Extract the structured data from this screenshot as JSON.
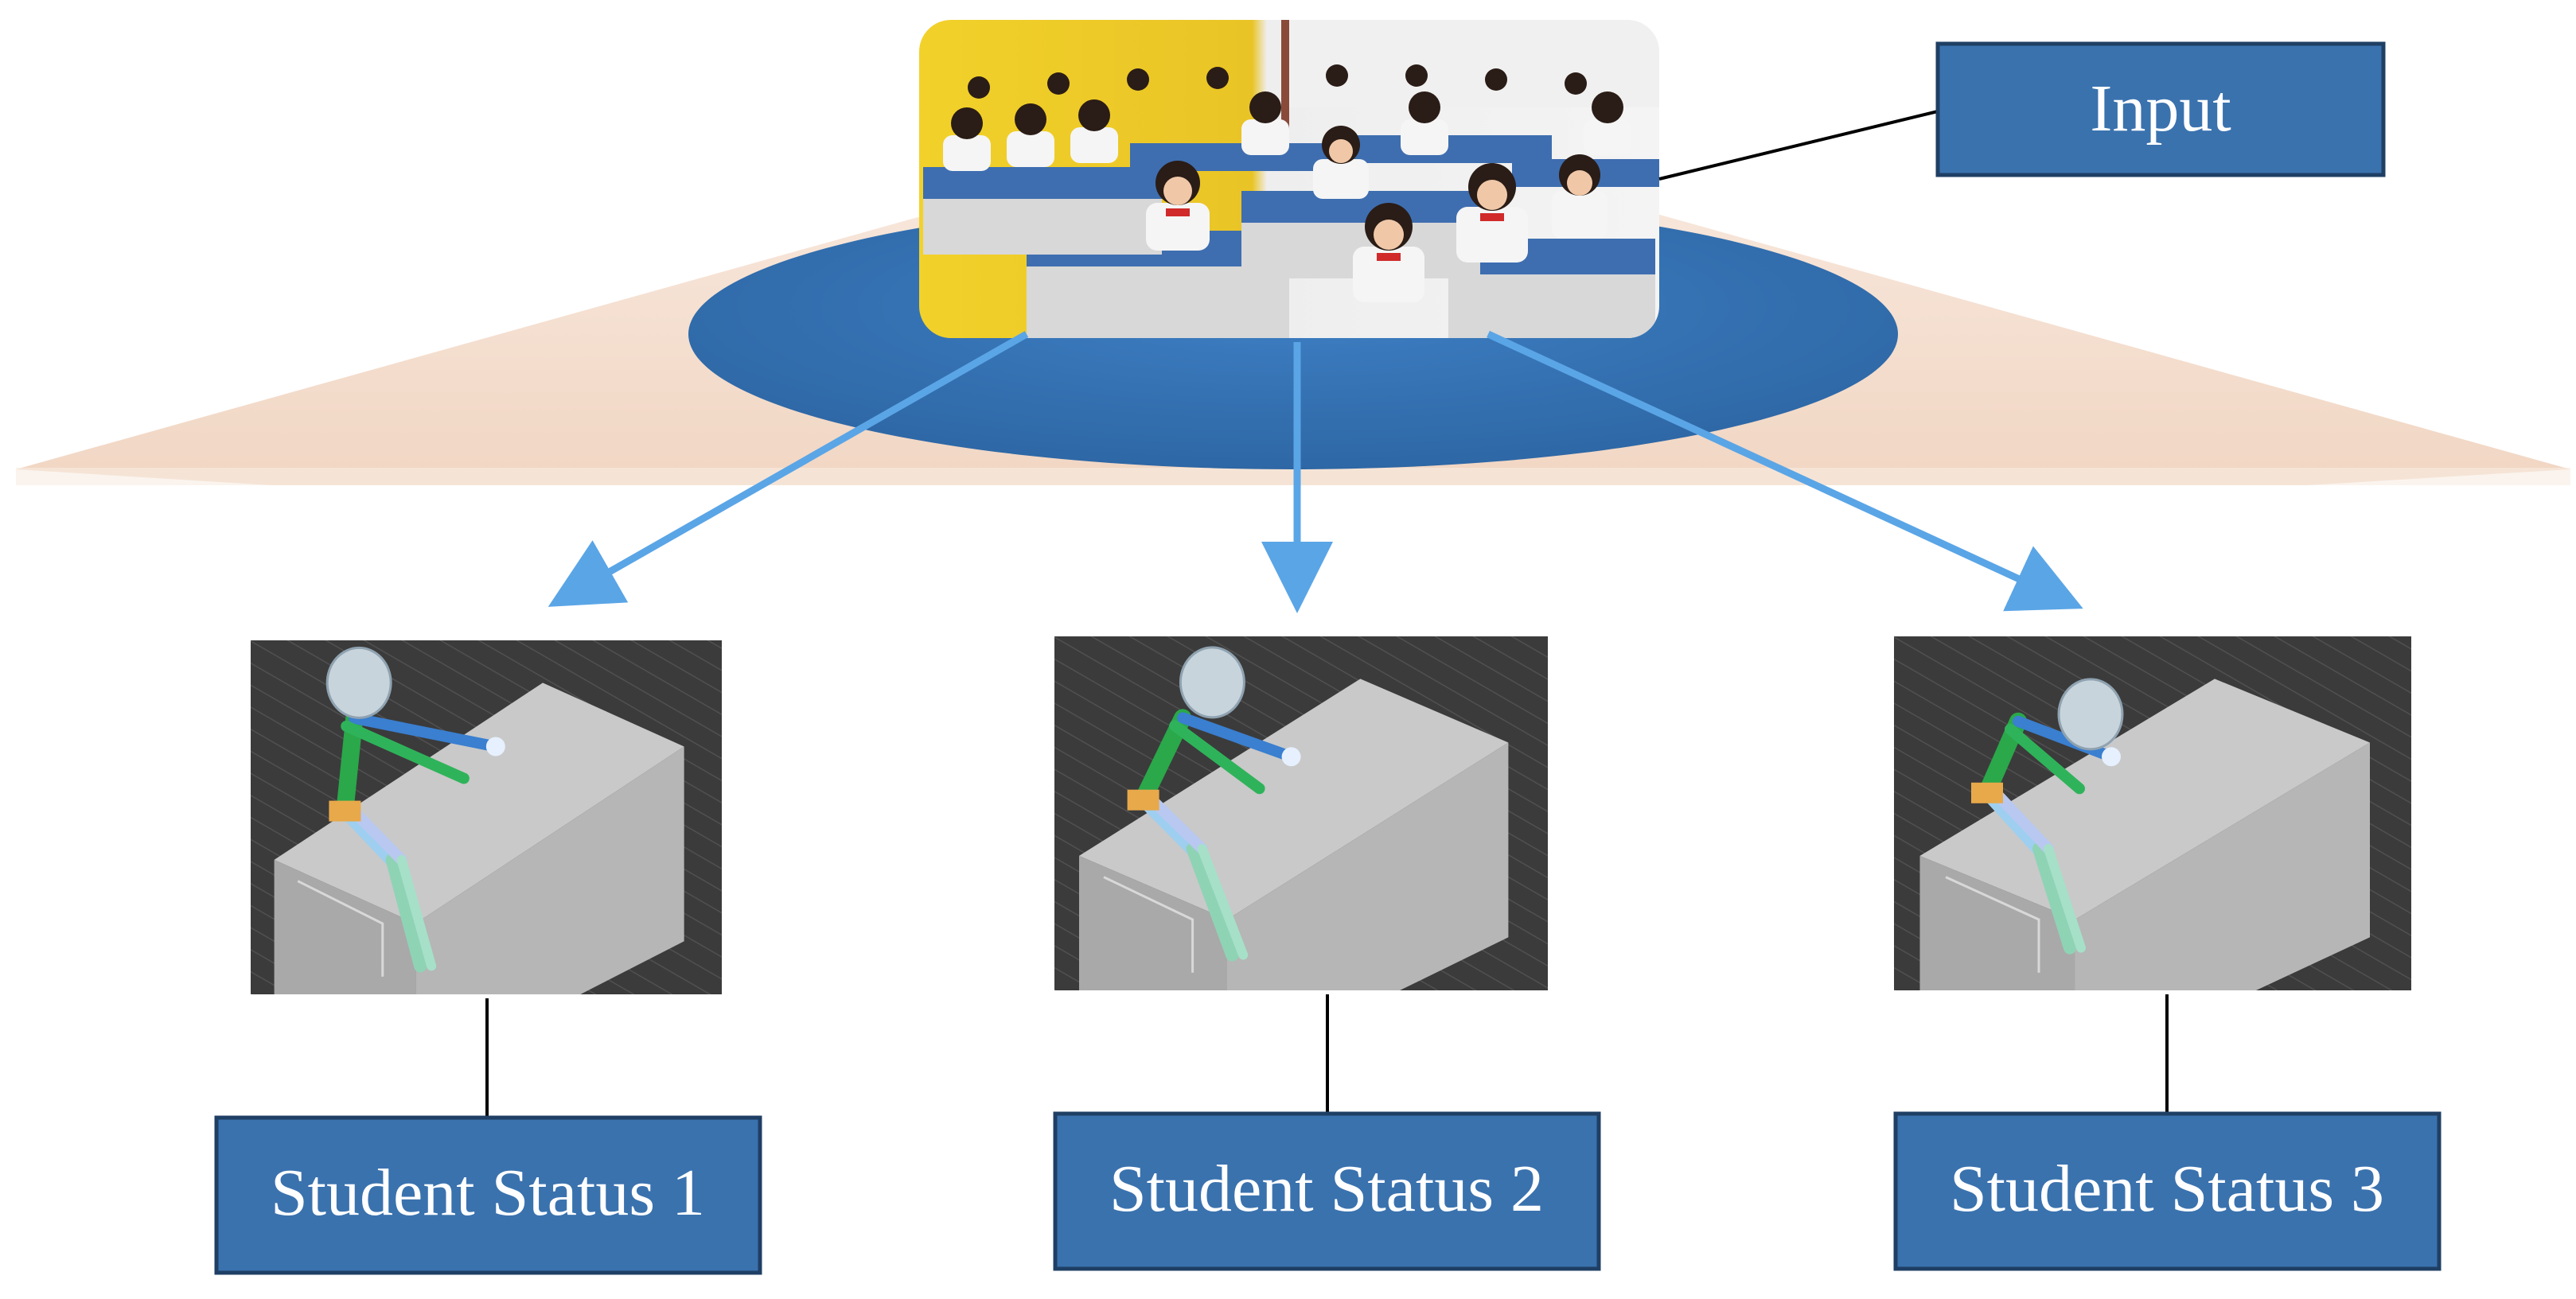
{
  "input_label": "Input",
  "statuses": [
    {
      "label": "Student Status 1",
      "pose": "upright"
    },
    {
      "label": "Student Status 2",
      "pose": "leaning"
    },
    {
      "label": "Student Status 3",
      "pose": "head-down"
    }
  ],
  "colors": {
    "box_fill": "#3a72ae",
    "box_border": "#1f3f64",
    "ellipse": "#3f7ec0",
    "arrow": "#5aa5e6",
    "fan": "#f3dccd",
    "render_bg": "#3a3a3a",
    "desk": "#b8b8b8"
  },
  "icons": {
    "input": "classroom-photo",
    "status": "skeleton-pose-render"
  }
}
